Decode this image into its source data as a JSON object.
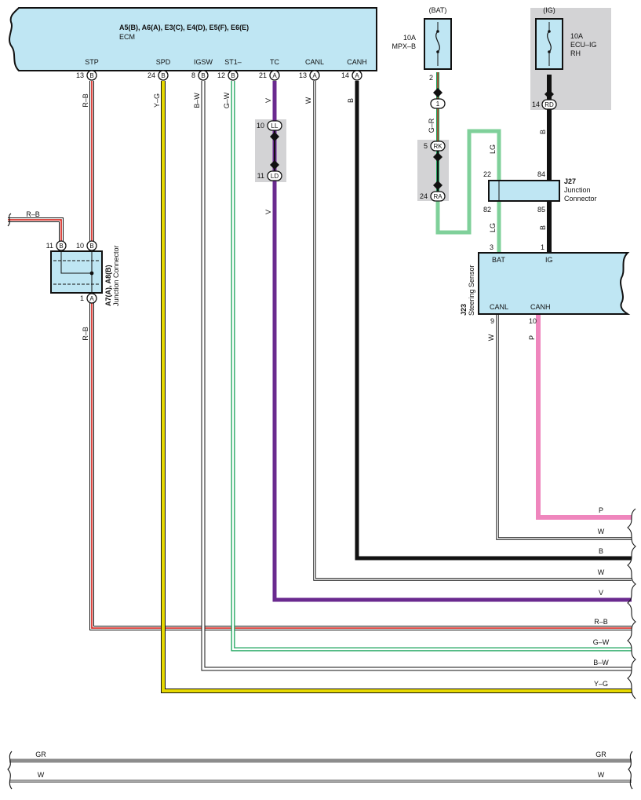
{
  "ecm": {
    "title": "A5(B), A6(A), E3(C), E4(D), E5(F), E6(E)",
    "name": "ECM",
    "pins": [
      {
        "label": "STP",
        "num": "13",
        "conn": "B"
      },
      {
        "label": "SPD",
        "num": "24",
        "conn": "B"
      },
      {
        "label": "IGSW",
        "num": "8",
        "conn": "B"
      },
      {
        "label": "ST1–",
        "num": "12",
        "conn": "B"
      },
      {
        "label": "TC",
        "num": "21",
        "conn": "A"
      },
      {
        "label": "CANL",
        "num": "13",
        "conn": "A"
      },
      {
        "label": "CANH",
        "num": "14",
        "conn": "A"
      }
    ]
  },
  "fuse_bat": {
    "supply": "(BAT)",
    "rating": "10A",
    "name": "MPX–B",
    "pin": "2"
  },
  "fuse_ig": {
    "supply": "(IG)",
    "rating": "10A",
    "name_line1": "ECU–IG",
    "name_line2": "RH"
  },
  "connectors": {
    "ll": {
      "num": "10",
      "label": "LL"
    },
    "ld": {
      "num": "11",
      "label": "LD"
    },
    "one": {
      "label": "1"
    },
    "rk": {
      "num": "5",
      "label": "RK"
    },
    "ra": {
      "num": "24",
      "label": "RA"
    },
    "rd": {
      "num": "14",
      "label": "RD"
    }
  },
  "junction_a7": {
    "id": "A7(A), A8(B)",
    "name": "Junction Connector",
    "pin_in1": {
      "num": "11",
      "conn": "B"
    },
    "pin_in2": {
      "num": "10",
      "conn": "B"
    },
    "pin_out": {
      "num": "1",
      "conn": "A"
    }
  },
  "junction_j27": {
    "id": "J27",
    "name_line1": "Junction",
    "name_line2": "Connector",
    "pins": {
      "top_left": "22",
      "top_right": "84",
      "bottom_left": "82",
      "bottom_right": "85"
    }
  },
  "steering_sensor": {
    "id": "J23",
    "name": "Steering Sensor",
    "bat_label": "BAT",
    "ig_label": "IG",
    "canl_label": "CANL",
    "canh_label": "CANH",
    "bat_pin": "3",
    "ig_pin": "1",
    "canl_pin": "9",
    "canh_pin": "10"
  },
  "wire_labels": {
    "stp": "R–B",
    "stp_low": "R–B",
    "junction_in": "R–B",
    "spd": "Y–G",
    "igsw": "B–W",
    "st1": "G–W",
    "tc": "V",
    "tc_low": "V",
    "canl": "W",
    "canh": "B",
    "bat_feed": "G–R",
    "lg_upper": "LG",
    "lg_lower": "LG",
    "ig_upper": "B",
    "ig_lower": "B",
    "sensor_canl": "W",
    "sensor_canh": "P"
  },
  "right_bus_labels": [
    "P",
    "W",
    "B",
    "W",
    "V",
    "R–B",
    "G–W",
    "B–W",
    "Y–G"
  ],
  "bottom_bus": {
    "gr_left": "GR",
    "gr_right": "GR",
    "w_left": "W",
    "w_right": "W"
  },
  "colors": {
    "red": "#d8342d",
    "yellow": "#e6d800",
    "green": "#19a35a",
    "lightgreen": "#7fd09a",
    "violet": "#6a2a8f",
    "pink": "#ef86bd",
    "black": "#111111",
    "grey_bus": "#8c8c8c",
    "ecu_fill": "#bfe6f3",
    "shade": "#d3d3d5"
  }
}
